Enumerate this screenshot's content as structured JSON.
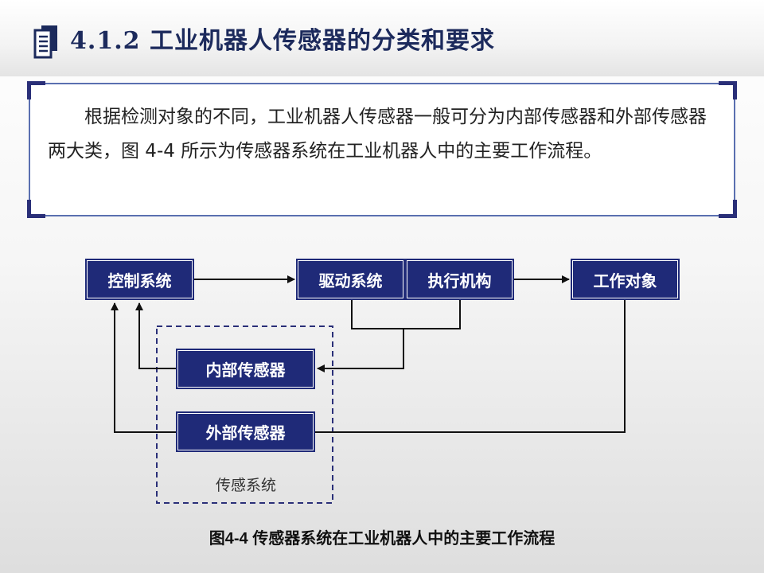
{
  "header": {
    "icon": "document-icon",
    "title": "4.1.2 工业机器人传感器的分类和要求"
  },
  "intro": {
    "text": "根据检测对象的不同，工业机器人传感器一般可分为内部传感器和外部传感器两大类，图 4-4 所示为传感器系统在工业机器人中的主要工作流程。"
  },
  "diagram": {
    "nodes": {
      "control": "控制系统",
      "drive": "驱动系统",
      "actuator": "执行机构",
      "work_object": "工作对象",
      "internal_sensor": "内部传感器",
      "external_sensor": "外部传感器"
    },
    "group_label": "传感系统",
    "caption": "图4-4  传感器系统在工业机器人中的主要工作流程"
  },
  "colors": {
    "node_fill": "#1f2a78",
    "title": "#1c2a5c",
    "box_border": "#5a6fb0",
    "group_dash": "#2a2f78"
  }
}
